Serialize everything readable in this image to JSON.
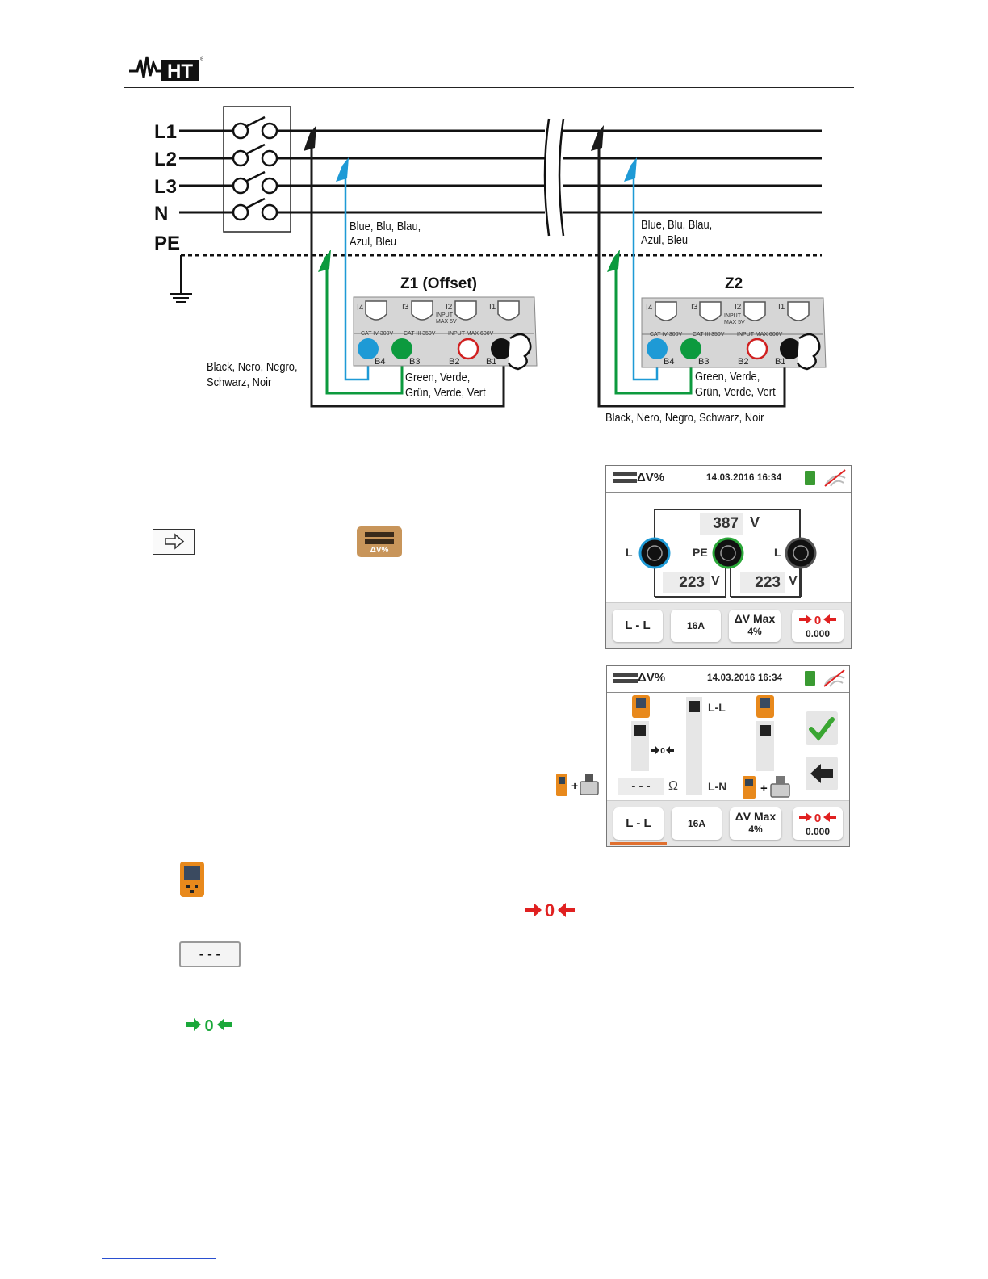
{
  "header": {
    "logo_text": "HT"
  },
  "diagram": {
    "lines": [
      "L1",
      "L2",
      "L3",
      "N",
      "PE"
    ],
    "zone1_label": "Z1 (Offset)",
    "zone2_label": "Z2",
    "blue_wire_label_line1": "Blue, Blu, Blau,",
    "blue_wire_label_line2": "Azul, Bleu",
    "green_wire_label_line1": "Green, Verde,",
    "green_wire_label_line2": "Grün, Verde, Vert",
    "black_wire_label_z1_line1": "Black, Nero, Negro,",
    "black_wire_label_z1_line2": "Schwarz, Noir",
    "black_wire_label_z2": "Black, Nero, Negro, Schwarz, Noir",
    "inputs": [
      "I4",
      "I3",
      "I2",
      "I1"
    ],
    "input_note_line1": "INPUT",
    "input_note_line2": "MAX 5V",
    "terminals": [
      "B4",
      "B3",
      "B2",
      "B1"
    ],
    "cat_labels": [
      "CAT IV 300V",
      "CAT III 350V",
      "INPUT MAX 600V"
    ]
  },
  "side_icons": {
    "dv_icon_label": "ΔV%"
  },
  "screen1": {
    "title": "ΔV%",
    "datetime": "14.03.2016  16:34",
    "top_value": "387",
    "top_unit": "V",
    "left_value": "223",
    "left_unit": "V",
    "right_value": "223",
    "right_unit": "V",
    "label_l_left": "L",
    "label_pe": "PE",
    "label_l_right": "L",
    "footer": {
      "mode": "L - L",
      "current": "16A",
      "dv_max_line1": "ΔV Max",
      "dv_max_line2": "4%",
      "offset_value": "0.000"
    }
  },
  "screen2": {
    "title": "ΔV%",
    "datetime": "14.03.2016  16:34",
    "label_ll": "L-L",
    "label_ln": "L-N",
    "value_dashes": "- - -",
    "value_unit": "Ω",
    "footer": {
      "mode": "L - L",
      "current": "16A",
      "dv_max_line1": "ΔV Max",
      "dv_max_line2": "4%",
      "offset_value": "0.000"
    }
  },
  "legend": {
    "dashes": "- - -"
  },
  "colors": {
    "blue_wire": "#1e9ad6",
    "green_wire": "#0c9a3e",
    "black_wire": "#1a1a1a",
    "red_arrow": "#e02020",
    "green_arrow": "#1aa83a",
    "check_green": "#3aa632",
    "orange_device": "#e8891c"
  }
}
